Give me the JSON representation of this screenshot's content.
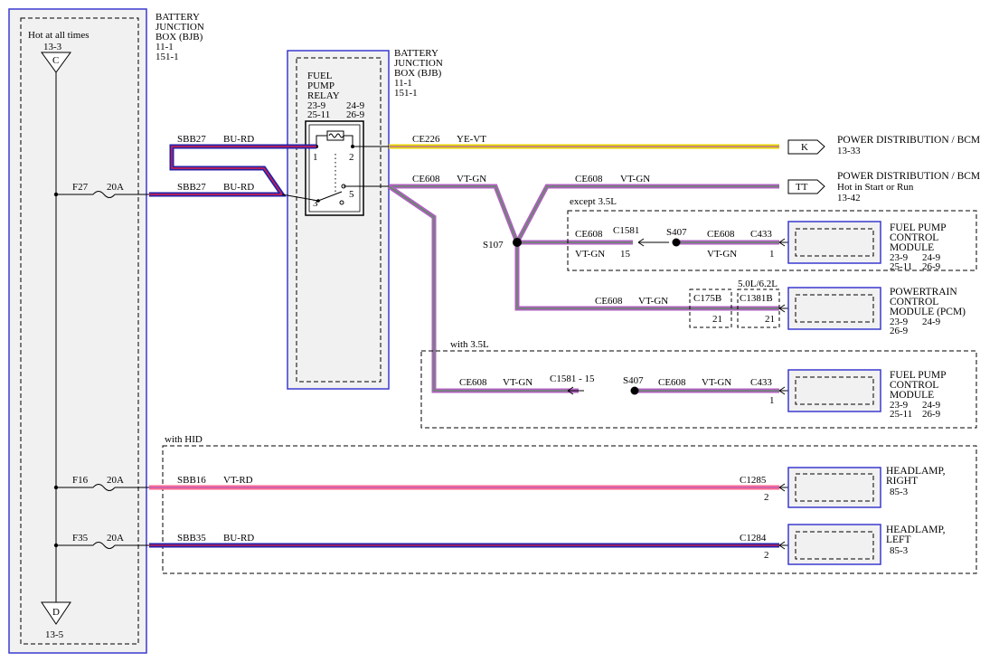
{
  "bjb_left": {
    "title": [
      "BATTERY",
      "JUNCTION",
      "BOX (BJB)",
      "11-1",
      "151-1"
    ],
    "hot_label": "Hot at all times",
    "top_ref": "13-3",
    "top_connector": "C",
    "bottom_connector": "D",
    "bottom_ref": "13-5"
  },
  "bjb_mid": {
    "title": [
      "BATTERY",
      "JUNCTION",
      "BOX (BJB)",
      "11-1",
      "151-1"
    ],
    "relay_title": [
      "FUEL",
      "PUMP",
      "RELAY"
    ],
    "relay_refs": [
      "23-9",
      "24-9",
      "25-11",
      "26-9"
    ],
    "pins": [
      "1",
      "2",
      "3",
      "5"
    ]
  },
  "fuses": [
    {
      "name": "F27",
      "rating": "20A"
    },
    {
      "name": "F16",
      "rating": "20A"
    },
    {
      "name": "F35",
      "rating": "20A"
    }
  ],
  "wires": {
    "sbb27_top": {
      "circuit": "SBB27",
      "color": "BU-RD"
    },
    "sbb27_bottom": {
      "circuit": "SBB27",
      "color": "BU-RD"
    },
    "ce226": {
      "circuit": "CE226",
      "color": "YE-VT"
    },
    "ce608_a": {
      "circuit": "CE608",
      "color": "VT-GN"
    },
    "ce608_b": {
      "circuit": "CE608",
      "color": "VT-GN"
    },
    "sbb16": {
      "circuit": "SBB16",
      "color": "VT-RD"
    },
    "sbb35": {
      "circuit": "SBB35",
      "color": "BU-RD"
    }
  },
  "power_distribution": [
    {
      "connector": "K",
      "lines": [
        "POWER DISTRIBUTION / BCM",
        "13-33"
      ]
    },
    {
      "connector": "TT",
      "lines": [
        "POWER DISTRIBUTION / BCM",
        "Hot in Start or Run",
        "13-42"
      ]
    }
  ],
  "splice": "S107",
  "except_section": {
    "label": "except 3.5L",
    "left_circuit": "CE608",
    "left_color": "VT-GN",
    "connector1": "C1581",
    "pin1": "15",
    "splice": "S407",
    "right_circuit": "CE608",
    "right_color": "VT-GN",
    "connector2": "C433",
    "pin2": "1",
    "module": [
      "FUEL PUMP",
      "CONTROL",
      "MODULE",
      "23-9",
      "24-9",
      "25-11",
      "26-9"
    ]
  },
  "pcm_section": {
    "circuit": "CE608",
    "color": "VT-GN",
    "variant_label": "5.0L/6.2L",
    "connector_a": "C175B",
    "pin_a": "21",
    "connector_b": "C1381B",
    "pin_b": "21",
    "module": [
      "POWERTRAIN",
      "CONTROL",
      "MODULE (PCM)",
      "23-9",
      "24-9",
      "26-9"
    ]
  },
  "with_section": {
    "label": "with 3.5L",
    "left_circuit": "CE608",
    "left_color": "VT-GN",
    "connector1": "C1581 - 15",
    "splice": "S407",
    "right_circuit": "CE608",
    "right_color": "VT-GN",
    "connector2": "C433",
    "pin2": "1",
    "module": [
      "FUEL PUMP",
      "CONTROL",
      "MODULE",
      "23-9",
      "24-9",
      "25-11",
      "26-9"
    ]
  },
  "hid_section": {
    "label": "with HID",
    "right": {
      "connector": "C1285",
      "pin": "2",
      "module": [
        "HEADLAMP,",
        "RIGHT",
        "85-3"
      ]
    },
    "left": {
      "connector": "C1284",
      "pin": "2",
      "module": [
        "HEADLAMP,",
        "LEFT",
        "85-3"
      ]
    }
  },
  "colors": {
    "box_blue": "#3a3ad0",
    "box_fill": "#f1f1f1",
    "wire_blue": "#2222aa",
    "wire_red": "#e02040",
    "wire_yellow": "#e8d400",
    "wire_violet": "#b060c0",
    "wire_green": "#40a040",
    "wire_pink": "#ff6a90"
  }
}
